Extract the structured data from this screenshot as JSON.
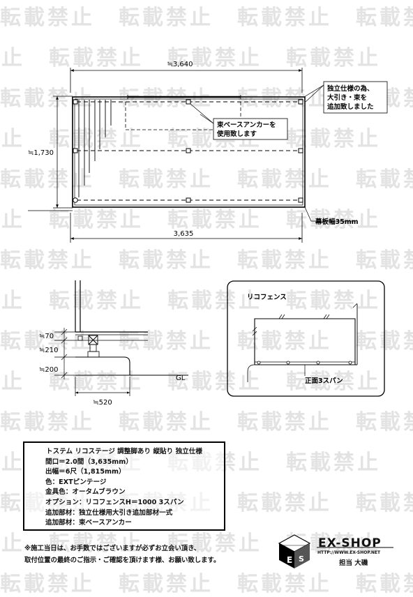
{
  "watermark": "転載禁止",
  "plan": {
    "dim_top": "≒3,640",
    "dim_bottom": "3,635",
    "dim_left": "≒1,730",
    "callout_anchor": "束ベースアンカーを\n使用致します",
    "callout_beam": "独立仕様の為、\n大引き・束を\n追加致しました",
    "callout_fascia": "幕板幅35mm"
  },
  "section": {
    "dim_70": "≒70",
    "dim_210": "≒210",
    "dim_200": "≒200",
    "dim_520": "≒520",
    "gl": "GL"
  },
  "fence": {
    "title": "リコフェンス",
    "span_label": "正面3スパン"
  },
  "spec": {
    "title": "トステム リコステージ 調整脚あり 縦貼り 独立仕様",
    "lines": [
      "間口＝2.0間（3,635mm）",
      "出幅＝6尺（1,815mm）",
      "色：EXTピンテージ",
      "金具色：オータムブラウン",
      "オプション：リコフェンスH＝1000 3スパン",
      "追加部材：独立仕様用大引き追加部材一式",
      "追加部材：束ベースアンカー"
    ]
  },
  "footer": {
    "line1": "※施工当日は、お手数ではございますが必ずお立会い頂き、",
    "line2": "取付位置の最終のご指示・ご確認を頂けます様、お願い致します。"
  },
  "brand": {
    "name": "EX-SHOP",
    "url": "HTTP://WWW.EX-SHOP.NET",
    "staff": "担当 大磯"
  }
}
